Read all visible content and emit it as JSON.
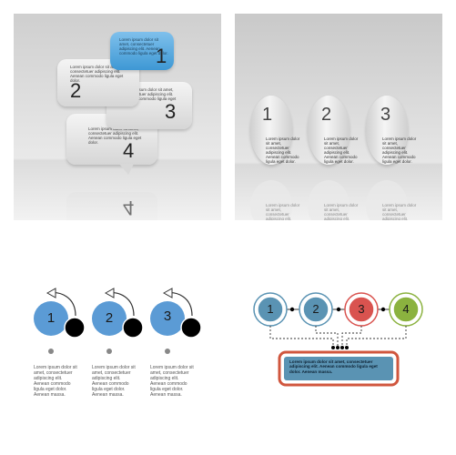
{
  "panel1": {
    "bubbles": [
      {
        "num": "1",
        "text": "Lorem ipsum dolor sit amet, consectetuer adipiscing elit. Aenean commodo ligula eget dolor."
      },
      {
        "num": "2",
        "text": "Lorem ipsum dolor sit amet, consectetuer adipiscing elit. Aenean commodo ligula eget dolor."
      },
      {
        "num": "3",
        "text": "Lorem ipsum dolor sit amet, consectetuer adipiscing elit. Aenean commodo ligula eget dolor."
      },
      {
        "num": "4",
        "text": "Lorem ipsum dolor sit amet, consectetuer adipiscing elit. Aenean commodo ligula eget dolor."
      }
    ],
    "reflection_num": "4",
    "colors": {
      "highlight": "#4aa3dd",
      "bubble": "#e2e2e2"
    }
  },
  "panel2": {
    "items": [
      {
        "num": "1",
        "text": "Lorem ipsum dolor sit amet, consectetuer adipiscing elit. Aenean commodo ligula eget dolor."
      },
      {
        "num": "2",
        "text": "Lorem ipsum dolor sit amet, consectetuer adipiscing elit. Aenean commodo ligula eget dolor."
      },
      {
        "num": "3",
        "text": "Lorem ipsum dolor sit amet, consectetuer adipiscing elit. Aenean commodo ligula eget dolor."
      }
    ],
    "reflection_text": "Lorem ipsum dolor sit amet, consectetuer adipiscing elit. Aenean commodo ligula eget dolor."
  },
  "panel3": {
    "items": [
      {
        "num": "1",
        "text": "Lorem ipsum dolor sit amet, consectetuer adipiscing elit. Aenean commodo ligula eget dolor. Aenean massa."
      },
      {
        "num": "2",
        "text": "Lorem ipsum dolor sit amet, consectetuer adipiscing elit. Aenean commodo ligula eget dolor. Aenean massa."
      },
      {
        "num": "3",
        "text": "Lorem ipsum dolor sit amet, consectetuer adipiscing elit. Aenean commodo ligula eget dolor. Aenean massa."
      }
    ],
    "colors": {
      "circle": "#5b9bd5",
      "knob": "#000000",
      "dot": "#888888"
    }
  },
  "panel4": {
    "items": [
      {
        "num": "1",
        "color": "#5a93b3"
      },
      {
        "num": "2",
        "color": "#5a93b3"
      },
      {
        "num": "3",
        "color": "#d9534f"
      },
      {
        "num": "4",
        "color": "#8bb23f"
      }
    ],
    "box_text": "Lorem ipsum dolor sit amet, consectetuer adipiscing elit. Aenean commodo ligula eget dolor. Aenean massa.",
    "colors": {
      "box_fill": "#5a93b3",
      "box_border": "#d0563e"
    }
  }
}
